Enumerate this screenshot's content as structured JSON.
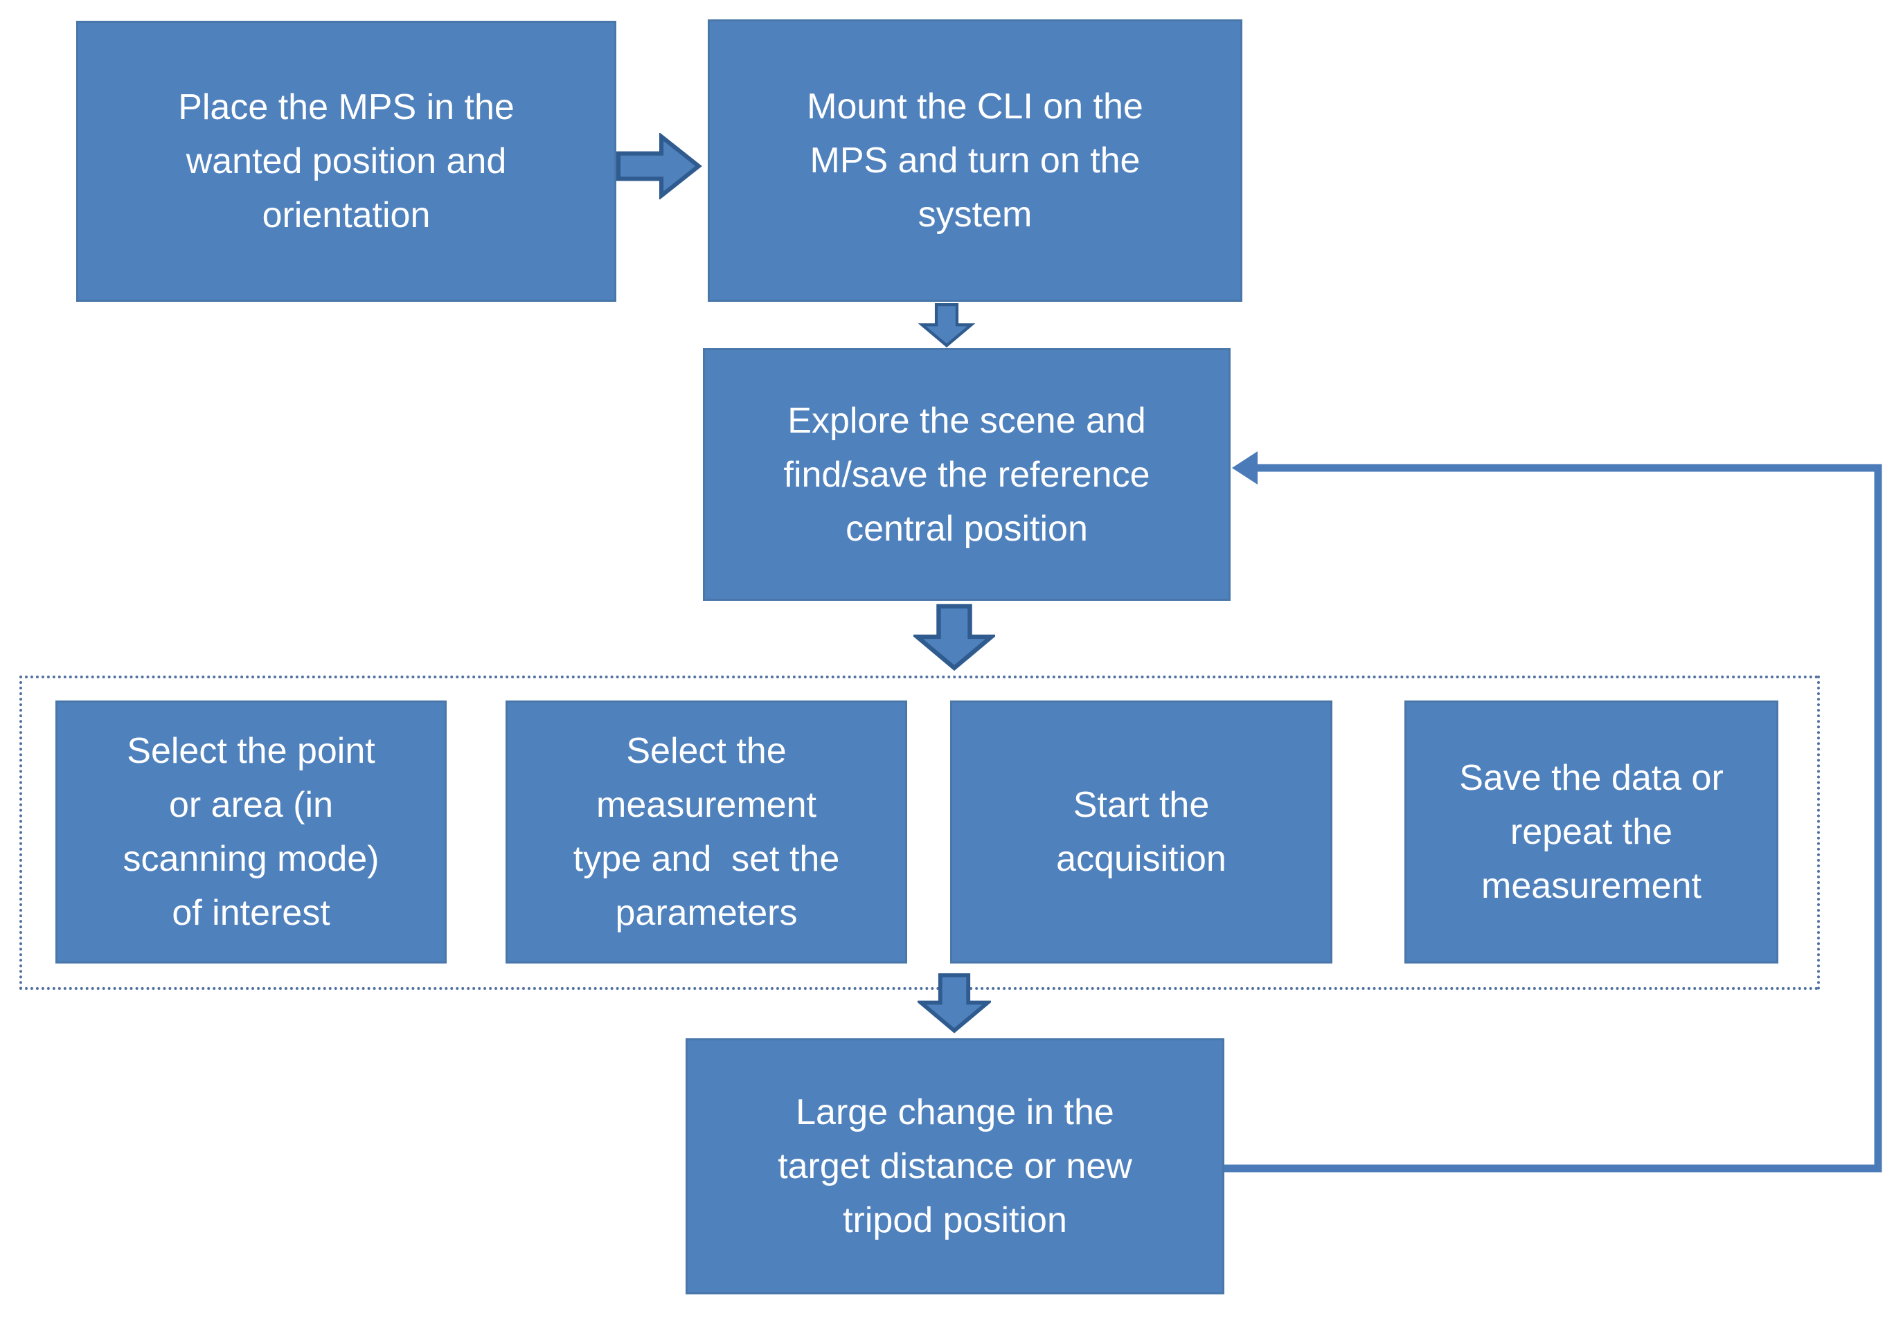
{
  "flowchart": {
    "nodes": [
      {
        "id": "place-mps",
        "text": "Place the MPS in the\nwanted position and\norientation"
      },
      {
        "id": "mount-cli",
        "text": "Mount the CLI on the\nMPS and turn on the\nsystem"
      },
      {
        "id": "explore-scene",
        "text": "Explore the scene and\nfind/save the reference\ncentral position"
      },
      {
        "id": "select-point",
        "text": "Select the point\nor area (in\nscanning mode)\nof interest"
      },
      {
        "id": "select-measurement",
        "text": "Select the\nmeasurement\ntype and  set the\nparameters"
      },
      {
        "id": "start-acquisition",
        "text": "Start the\nacquisition"
      },
      {
        "id": "save-data",
        "text": "Save the data or\nrepeat the\nmeasurement"
      },
      {
        "id": "large-change",
        "text": "Large change in the\ntarget distance or new\ntripod position"
      }
    ],
    "connectors": [
      {
        "id": "arrow-right-1",
        "from": "place-mps",
        "to": "mount-cli",
        "type": "block-arrow-right"
      },
      {
        "id": "arrow-down-1",
        "from": "mount-cli",
        "to": "explore-scene",
        "type": "block-arrow-down"
      },
      {
        "id": "arrow-down-2",
        "from": "explore-scene",
        "to": "process-group",
        "type": "block-arrow-down"
      },
      {
        "id": "arrow-down-3",
        "from": "process-group",
        "to": "large-change",
        "type": "block-arrow-down"
      },
      {
        "id": "feedback-loop",
        "from": "large-change",
        "to": "explore-scene",
        "type": "line-arrow"
      }
    ],
    "colors": {
      "background": "#ffffff",
      "box_fill": "#4f81bd",
      "box_border": "#4a77a9",
      "box_text": "#ffffff",
      "block_arrow_fill": "#4f81bd",
      "block_arrow_stroke": "#2f5b8f",
      "connector_line": "#4a7ab8",
      "dotted_border": "#50709f"
    }
  }
}
